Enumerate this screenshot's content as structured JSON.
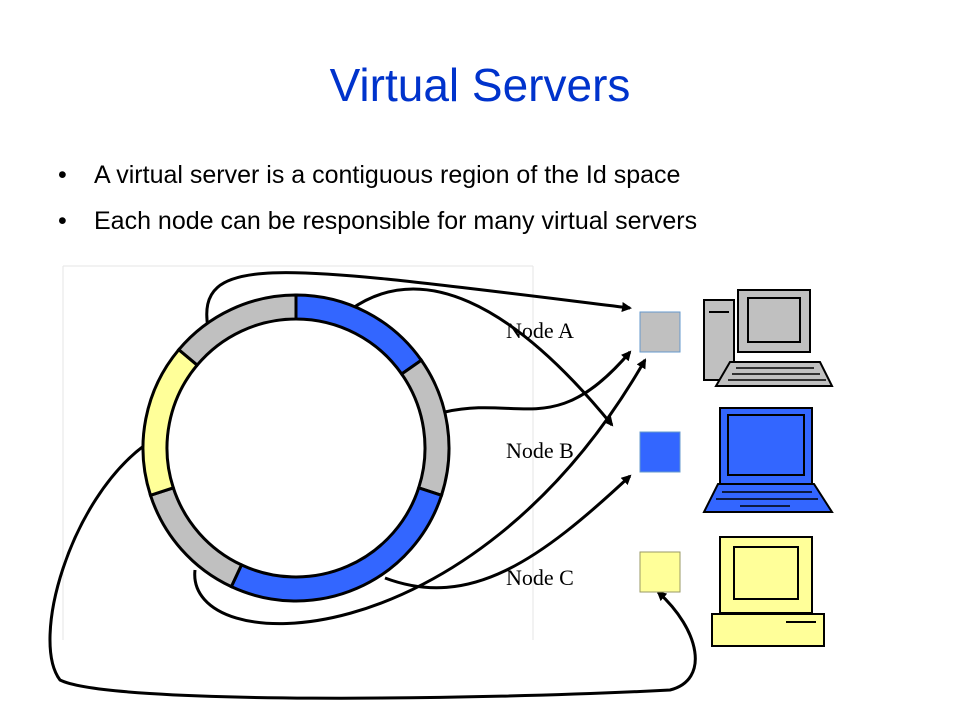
{
  "slide": {
    "title": "Virtual Servers",
    "bullets": [
      "A virtual server is a contiguous region of the Id space",
      "Each node can be responsible for many virtual servers"
    ]
  },
  "nodes": [
    {
      "label": "Node A",
      "color": "#c0c0c0",
      "computer": "desktop-tower-icon"
    },
    {
      "label": "Node B",
      "color": "#3366ff",
      "computer": "laptop-icon"
    },
    {
      "label": "Node C",
      "color": "#ffff99",
      "computer": "desktop-crt-icon"
    }
  ],
  "ring": {
    "segments": [
      {
        "node": "Node B",
        "color": "#3366ff"
      },
      {
        "node": "Node A",
        "color": "#c0c0c0"
      },
      {
        "node": "Node B",
        "color": "#3366ff"
      },
      {
        "node": "Node A",
        "color": "#c0c0c0"
      },
      {
        "node": "Node C",
        "color": "#ffff99"
      },
      {
        "node": "Node A",
        "color": "#c0c0c0"
      }
    ]
  }
}
